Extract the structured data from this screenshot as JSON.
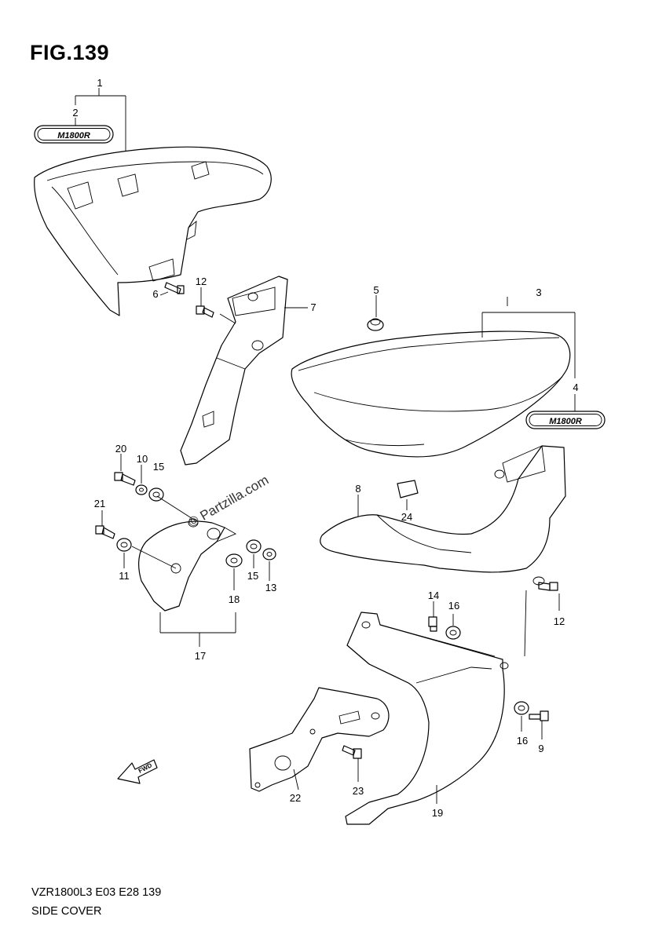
{
  "header": {
    "figure_title": "FIG.139"
  },
  "footer": {
    "model_line": "VZR1800L3  E03  E28  139",
    "section_name": "SIDE COVER"
  },
  "watermark": "© Partzilla.com",
  "badges": {
    "top_emblem": "M1800R",
    "right_emblem": "M1800R"
  },
  "fwd_arrow": "FWD",
  "callouts": {
    "c1": "1",
    "c2": "2",
    "c3": "3",
    "c4": "4",
    "c5": "5",
    "c6": "6",
    "c7": "7",
    "c8": "8",
    "c9": "9",
    "c10": "10",
    "c11": "11",
    "c12a": "12",
    "c12b": "12",
    "c13": "13",
    "c14": "14",
    "c15a": "15",
    "c15b": "15",
    "c16a": "16",
    "c16b": "16",
    "c17": "17",
    "c18": "18",
    "c19": "19",
    "c20": "20",
    "c21": "21",
    "c22": "22",
    "c23": "23",
    "c24": "24"
  }
}
